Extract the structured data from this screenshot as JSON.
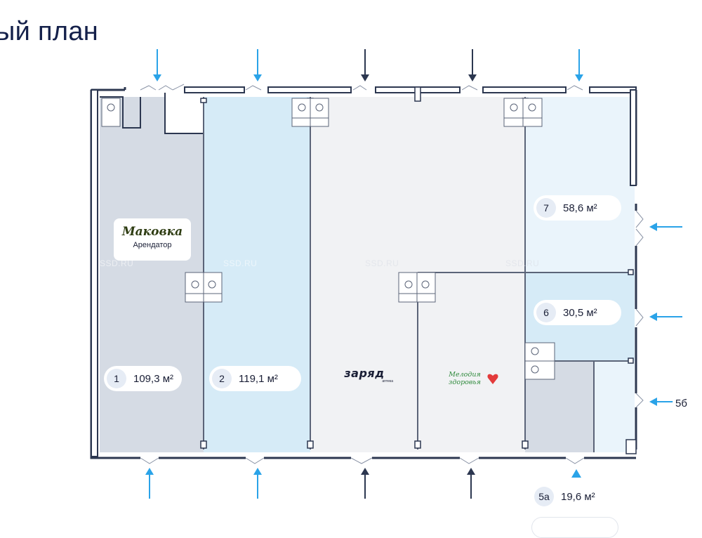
{
  "header": {
    "title": "ый план"
  },
  "tenant": {
    "name": "Маковка",
    "role": "Арендатор"
  },
  "units": [
    {
      "id": "1",
      "area": "109,3 м²",
      "fill": "#d5dbe4"
    },
    {
      "id": "2",
      "area": "119,1 м²",
      "fill": "#d6ebf7"
    },
    {
      "id": "7",
      "area": "58,6 м²",
      "fill": "#eaf4fb"
    },
    {
      "id": "6",
      "area": "30,5 м²",
      "fill": "#d6ebf7"
    },
    {
      "id": "5а",
      "area": "19,6 м²",
      "fill": "#d5dbe4"
    }
  ],
  "partial_badge": {
    "text": "5б"
  },
  "logos": {
    "zaryad": {
      "main": "заряд",
      "sub": "аптека"
    },
    "melodia": {
      "line1": "Мелодия",
      "line2": "здоровья"
    }
  },
  "watermark": "SSD.RU",
  "colors": {
    "wall": "#2c3750",
    "accent_arrow": "#2aa3e8",
    "dark_arrow": "#2c3750",
    "common_area": "#f1f2f4",
    "title": "#14204a"
  }
}
